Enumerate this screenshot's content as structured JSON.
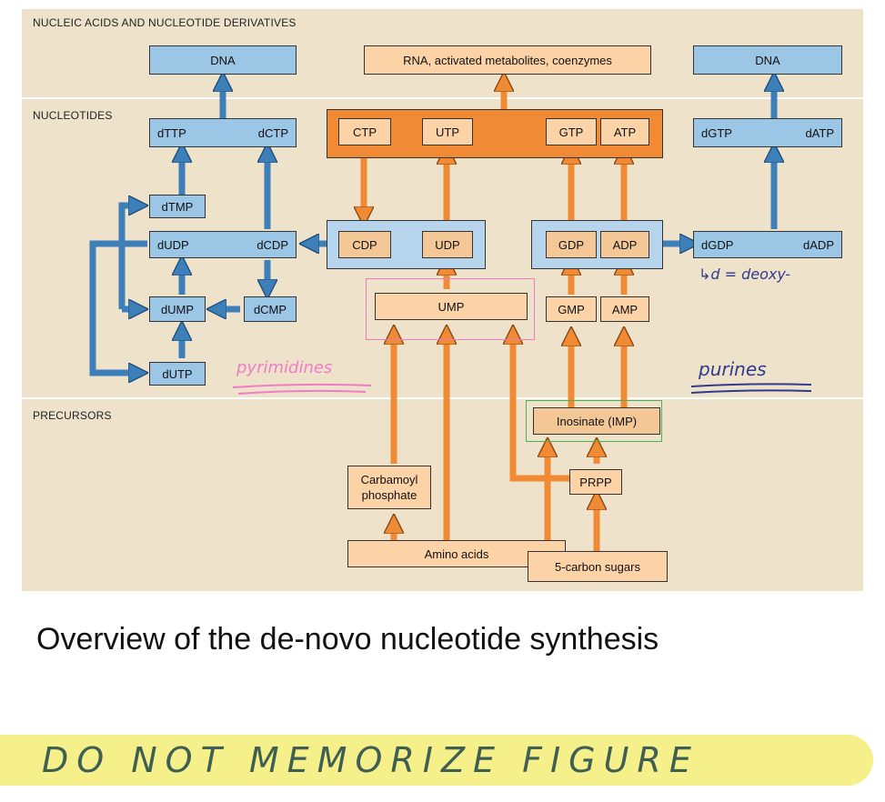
{
  "sections": {
    "top": "NUCLEIC ACIDS AND NUCLEOTIDE DERIVATIVES",
    "middle": "NUCLEOTIDES",
    "bottom": "PRECURSORS"
  },
  "boxes": {
    "dna_left": "DNA",
    "rna": "RNA, activated metabolites, coenzymes",
    "dna_right": "DNA",
    "dttp": "dTTP",
    "dctp": "dCTP",
    "ctp": "CTP",
    "utp": "UTP",
    "gtp": "GTP",
    "atp": "ATP",
    "dgtp": "dGTP",
    "datp": "dATP",
    "dtmp": "dTMP",
    "dudp": "dUDP",
    "dcdp": "dCDP",
    "cdp": "CDP",
    "udp": "UDP",
    "gdp": "GDP",
    "adp": "ADP",
    "dgdp": "dGDP",
    "dadp": "dADP",
    "dump": "dUMP",
    "dcmp": "dCMP",
    "ump": "UMP",
    "gmp": "GMP",
    "amp": "AMP",
    "dutp": "dUTP",
    "imp": "Inosinate (IMP)",
    "carbamoyl_1": "Carbamoyl",
    "carbamoyl_2": "phosphate",
    "prpp": "PRPP",
    "amino_acids": "Amino acids",
    "sugars": "5-carbon sugars"
  },
  "annotations": {
    "deoxy": "↳d = deoxy-",
    "pyrimidines": "pyrimidines",
    "purines": "purines"
  },
  "caption": "Overview of the de-novo nucleotide synthesis",
  "note": "DO NOT MEMORIZE FIGURE",
  "colors": {
    "background": "#efe2cb",
    "blue_box": "#9cc6e6",
    "orange_box": "#f18a34",
    "peach_box": "#fcd3a6",
    "blue_arrow": "#3d7fb8",
    "orange_arrow": "#f08a34",
    "pink_annotation": "#f07cc8",
    "green_annotation": "#4caf50",
    "highlight": "#f6f08a"
  }
}
